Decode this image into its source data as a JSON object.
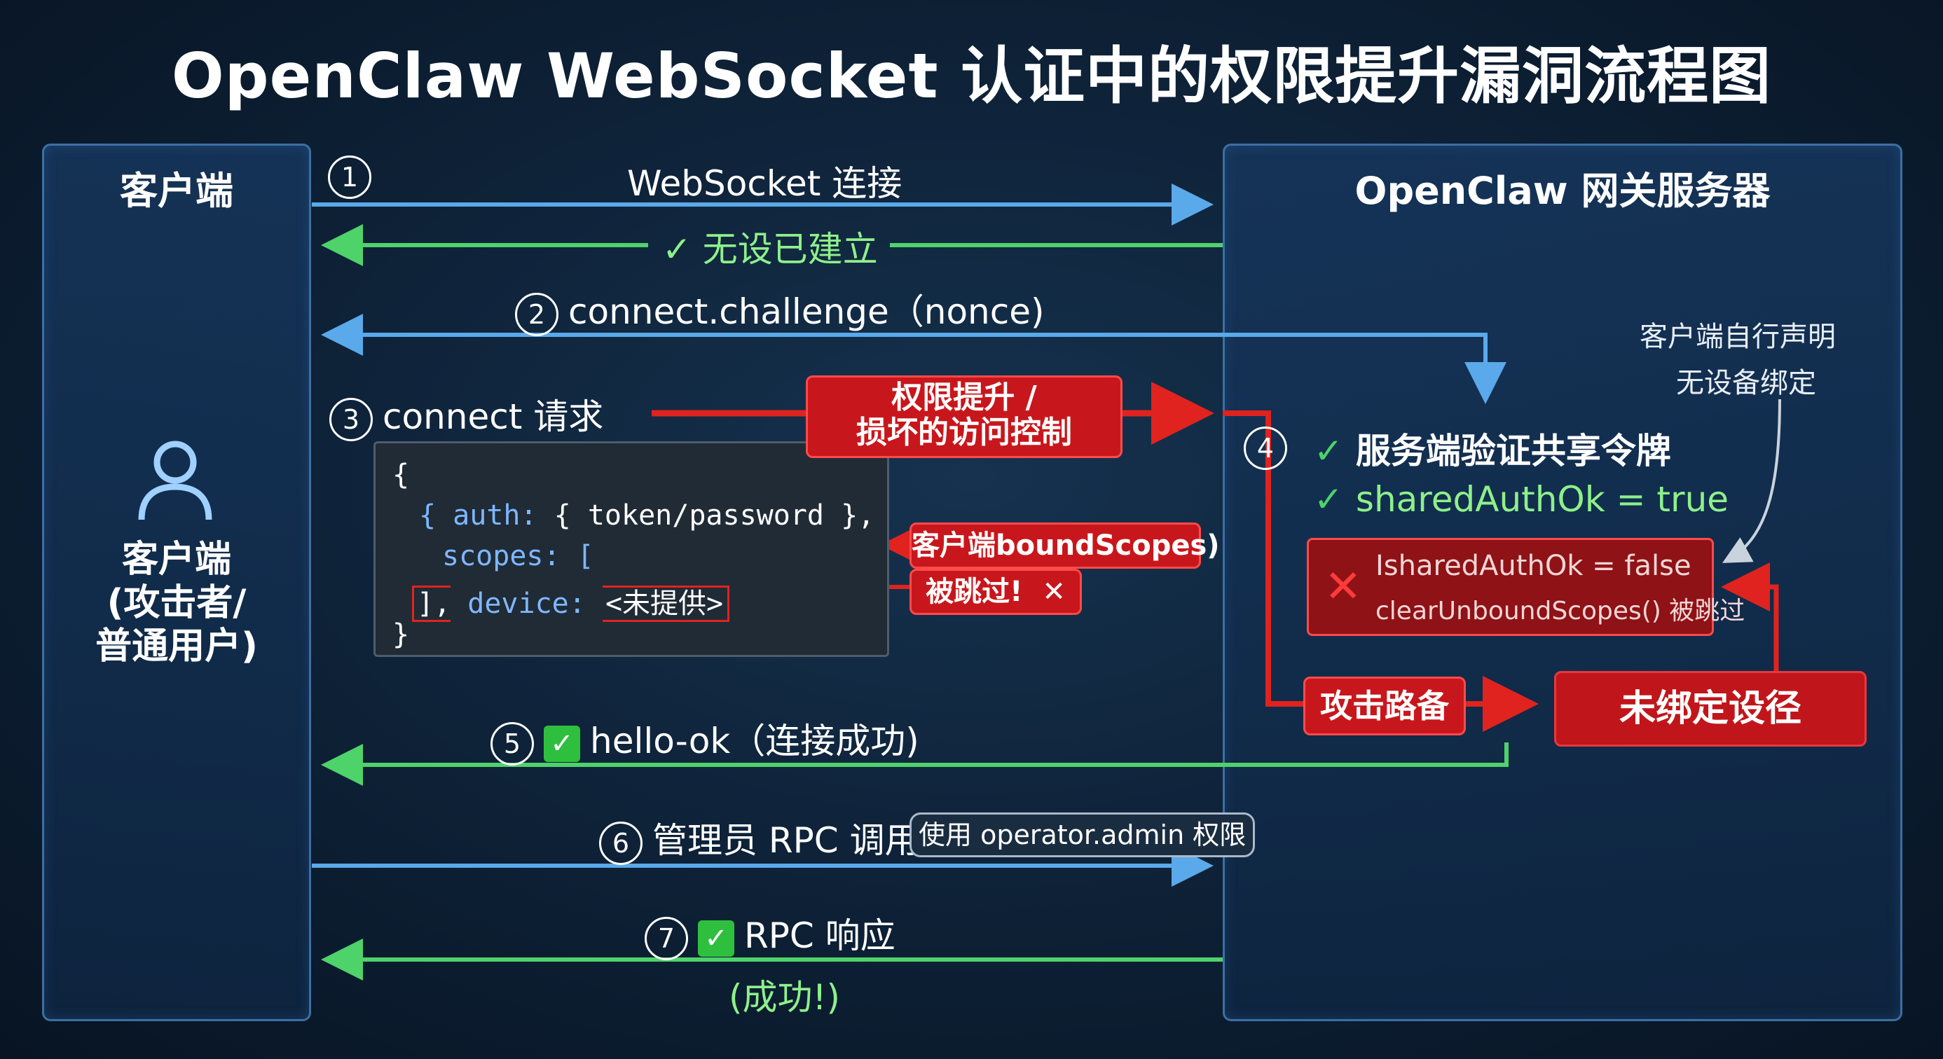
{
  "title": "OpenClaw WebSocket 认证中的权限提升漏洞流程图",
  "client": {
    "header": "客户端",
    "role_line1": "客户端",
    "role_line2": "(攻击者/",
    "role_line3": "普通用户)"
  },
  "server": {
    "header": "OpenClaw 网关服务器"
  },
  "steps": {
    "s1": {
      "num": "1",
      "label": "WebSocket 连接"
    },
    "s1_reply": {
      "label": "✓ 无设已建立"
    },
    "s2": {
      "num": "2",
      "label": "connect.challenge（nonce)"
    },
    "s3": {
      "num": "3",
      "label": "connect 请求"
    },
    "s4": {
      "num": "4",
      "check1": "服务端验证共享令牌",
      "check2": "sharedAuthOk = true"
    },
    "s5": {
      "num": "5",
      "label": "hello-ok（连接成功)"
    },
    "s6": {
      "num": "6",
      "label": "管理员 RPC 调用",
      "pill": "使用 operator.admin 权限"
    },
    "s7": {
      "num": "7",
      "label": "RPC 响应",
      "sub": "(成功!)"
    }
  },
  "code": {
    "line1": "{",
    "line2_key": "{ auth:",
    "line2_val": "{ token/password },",
    "line3_key": "scopes: [",
    "line4_bracket": "],",
    "line4_key": "device:",
    "line4_val": "<未提供>",
    "line5": "}"
  },
  "tags": {
    "escalation_line1": "权限提升 /",
    "escalation_line2": "损坏的访问控制",
    "bound_scopes": "客户端boundScopes)",
    "skipped": "被跳过!",
    "skipped_x": "✕",
    "attack_path": "攻击路备",
    "unbound_path": "未绑定设径"
  },
  "error_box": {
    "x": "✕",
    "line1": "IsharedAuthOk = false",
    "line2": "clearUnboundScopes() 被跳过"
  },
  "note": {
    "line1": "客户端自行声明",
    "line2": "无设备绑定"
  },
  "colors": {
    "request_arrow": "#5aa9ea",
    "response_arrow": "#4ed36a",
    "attack_arrow": "#e0231f",
    "panel_border": "#3c6fa4"
  }
}
